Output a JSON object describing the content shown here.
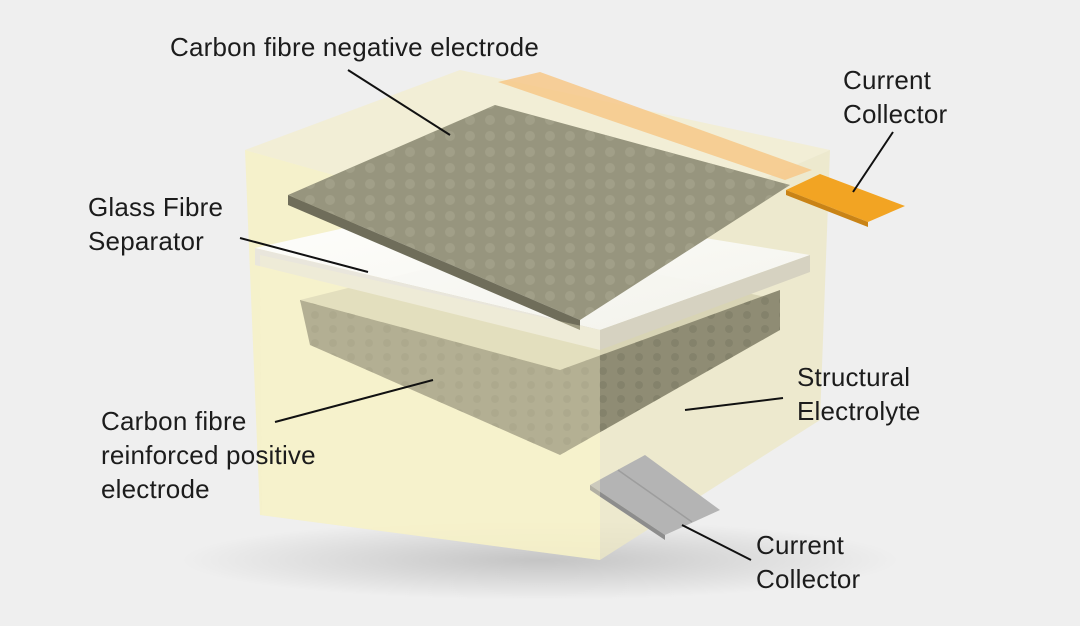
{
  "labels": {
    "negative_electrode": [
      "Carbon fibre negative electrode"
    ],
    "current_collector_top": [
      "Current",
      "Collector"
    ],
    "separator": [
      "Glass Fibre",
      "Separator"
    ],
    "structural_electrolyte": [
      "Structural",
      "Electrolyte"
    ],
    "positive_electrode": [
      "Carbon fibre",
      "reinforced positive",
      "electrode"
    ],
    "current_collector_bottom": [
      "Current",
      "Collector"
    ]
  },
  "colors": {
    "background": "#efefef",
    "electrolyte": "#f7f2c6",
    "electrode": "#8f8d76",
    "separator": "#ffffff",
    "current_collector_top": "#f2a423",
    "current_collector_bottom": "#b4b4b4"
  }
}
